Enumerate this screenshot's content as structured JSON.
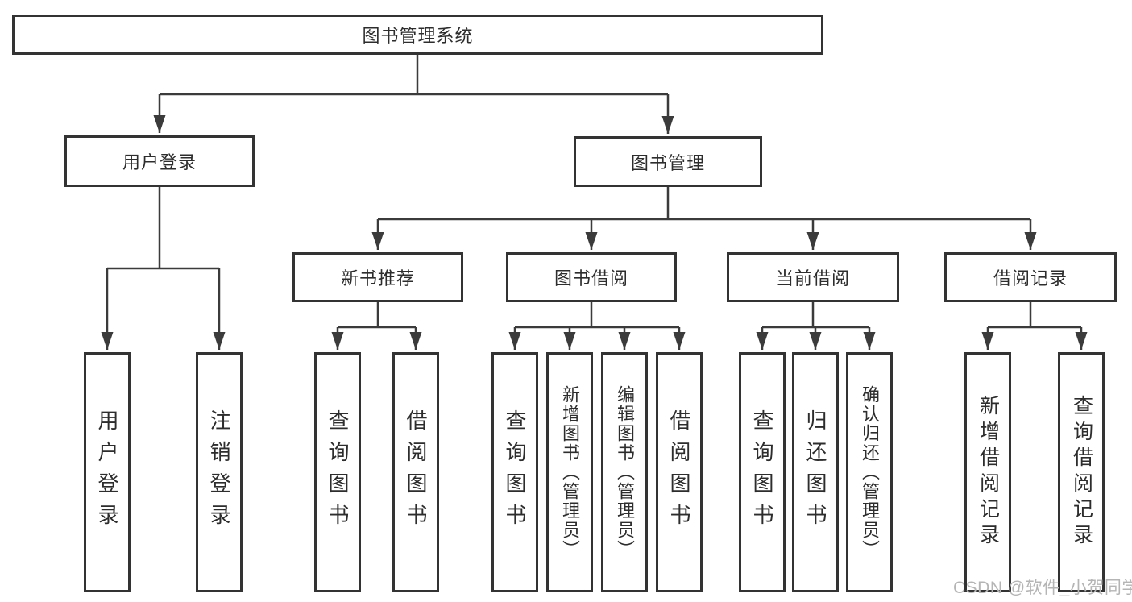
{
  "colors": {
    "background": "#ffffff",
    "box_border": "#333333",
    "connector_line": "#3b3b3b",
    "text": "#2d2d2d",
    "watermark": "#b5b5b5"
  },
  "watermark": {
    "text": "CSDN @软件_小贺同学"
  },
  "diagram": {
    "root": {
      "label": "图书管理系统"
    },
    "user_login": {
      "label": "用户登录",
      "children": {
        "login": {
          "label": "用户登录"
        },
        "logout": {
          "label": "注销登录"
        }
      }
    },
    "book_management": {
      "label": "图书管理",
      "children": {
        "new_book_recommend": {
          "label": "新书推荐",
          "children": {
            "query_books": {
              "label": "查询图书"
            },
            "borrow_books": {
              "label": "借阅图书"
            }
          }
        },
        "book_borrowing": {
          "label": "图书借阅",
          "children": {
            "query_books": {
              "label": "查询图书"
            },
            "add_books_admin": {
              "label": "新增图书（管理员）"
            },
            "edit_books_admin": {
              "label": "编辑图书（管理员）"
            },
            "borrow_books": {
              "label": "借阅图书"
            }
          }
        },
        "current_borrowing": {
          "label": "当前借阅",
          "children": {
            "query_books": {
              "label": "查询图书"
            },
            "return_books": {
              "label": "归还图书"
            },
            "confirm_return_admin": {
              "label": "确认归还（管理员）"
            }
          }
        },
        "borrowing_records": {
          "label": "借阅记录",
          "children": {
            "add_borrow_record": {
              "label": "新增借阅记录"
            },
            "query_borrow_record": {
              "label": "查询借阅记录"
            }
          }
        }
      }
    }
  }
}
